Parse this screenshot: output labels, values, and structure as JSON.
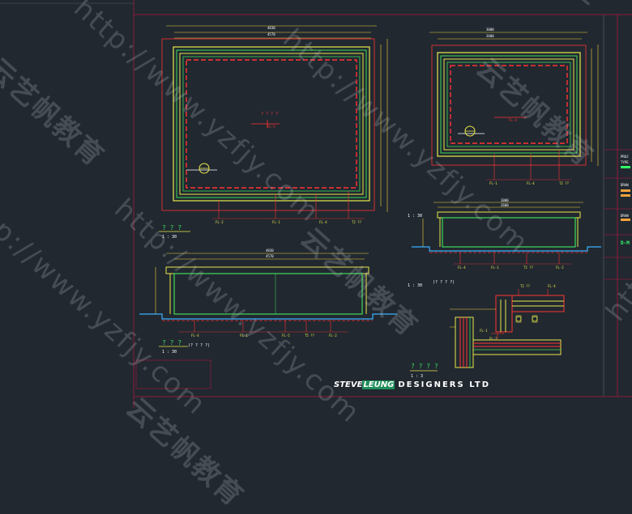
{
  "drawing": {
    "plan_a": {
      "dims_top": [
        "4830",
        "4570"
      ],
      "center_label": "? ? ? ?",
      "center_tag": "FL-5",
      "callouts": [
        "FL-2",
        "FL-1",
        "FL-4",
        "T2 ??"
      ],
      "title": "? ? ?",
      "scale": "1 : 30"
    },
    "plan_b": {
      "dims_top": [
        "3000",
        "2600"
      ],
      "center_tag": "FL-4",
      "callouts": [
        "FL-1",
        "FL-4",
        "T2 ??"
      ],
      "scale": "1 : 30"
    },
    "section_a": {
      "dims_top": [
        "4830",
        "4570"
      ],
      "callouts": [
        "FL-4",
        "FL-1",
        "FL-5",
        "T5 ??",
        "FL-2"
      ],
      "title": "? ? ?",
      "scale": "1 : 30",
      "note": "(? ? ? ?)"
    },
    "section_b": {
      "dims_top": [
        "3000",
        "2600"
      ],
      "callouts": [
        "FL-4",
        "FL-1",
        "T2 ??",
        "FL-2"
      ],
      "scale": "1 : 30",
      "note": "(? ? ? ?)"
    },
    "detail": {
      "callouts": [
        "T2 ??",
        "FL-4",
        "FL-1",
        "FL-2"
      ],
      "title": "? ? ? ?",
      "scale": "1 : 3"
    }
  },
  "title_block": {
    "items": [
      "PROJ",
      "TYPE",
      "DRAW",
      "DRAW",
      "D-M"
    ]
  },
  "brand": {
    "part1": "STEVE",
    "part2": "LEUNG",
    "part3": "DESIGNERS LTD"
  },
  "watermark": {
    "url": "http://www.yzfjy.com",
    "cn": "云艺帆教育"
  }
}
